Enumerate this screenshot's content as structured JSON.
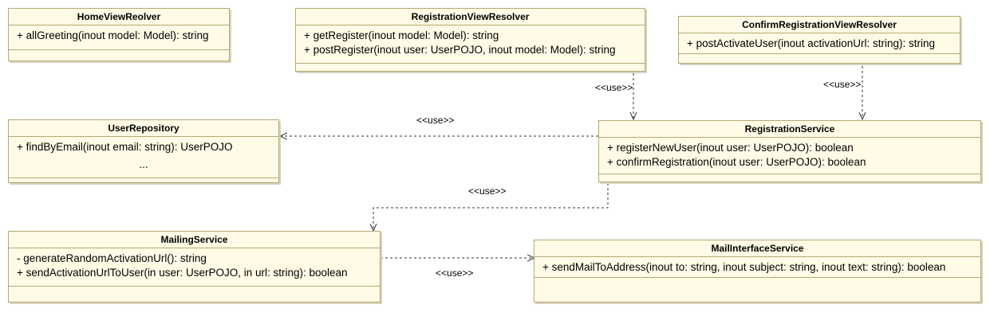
{
  "classes": {
    "home": {
      "name": "HomeViewReolver",
      "ops": [
        "+ allGreeting(inout model: Model): string"
      ]
    },
    "reg_view": {
      "name": "RegistrationViewResolver",
      "ops": [
        "+ getRegister(inout model: Model): string",
        "+ postRegister(inout user: UserPOJO, inout model: Model): string"
      ]
    },
    "confirm_view": {
      "name": "ConfirmRegistrationViewResolver",
      "ops": [
        "+ postActivateUser(inout activationUrl: string): string"
      ]
    },
    "user_repo": {
      "name": "UserRepository",
      "ops": [
        "+ findByEmail(inout email: string): UserPOJO",
        "..."
      ]
    },
    "reg_service": {
      "name": "RegistrationService",
      "ops": [
        "+ registerNewUser(inout user: UserPOJO): boolean",
        "+ confirmRegistration(inout user: UserPOJO): boolean"
      ]
    },
    "mailing": {
      "name": "MailingService",
      "ops": [
        "- generateRandomActivationUrl(): string",
        "+ sendActivationUrlToUser(in user: UserPOJO, in url: string): boolean"
      ]
    },
    "mail_iface": {
      "name": "MailInterfaceService",
      "ops": [
        "+ sendMailToAddress(inout to: string, inout subject: string, inout text: string): boolean"
      ]
    }
  },
  "dependencies": [
    {
      "from": "reg_view",
      "to": "reg_service",
      "label": "<<use>>"
    },
    {
      "from": "confirm_view",
      "to": "reg_service",
      "label": "<<use>>"
    },
    {
      "from": "reg_service",
      "to": "user_repo",
      "label": "<<use>>"
    },
    {
      "from": "reg_service",
      "to": "mailing",
      "label": "<<use>>"
    },
    {
      "from": "mailing",
      "to": "mail_iface",
      "label": "<<use>>"
    }
  ],
  "colors": {
    "fill": "#fffbe6",
    "border": "#b9a772",
    "shadow": "#d9d2bf",
    "line": "#333333"
  }
}
